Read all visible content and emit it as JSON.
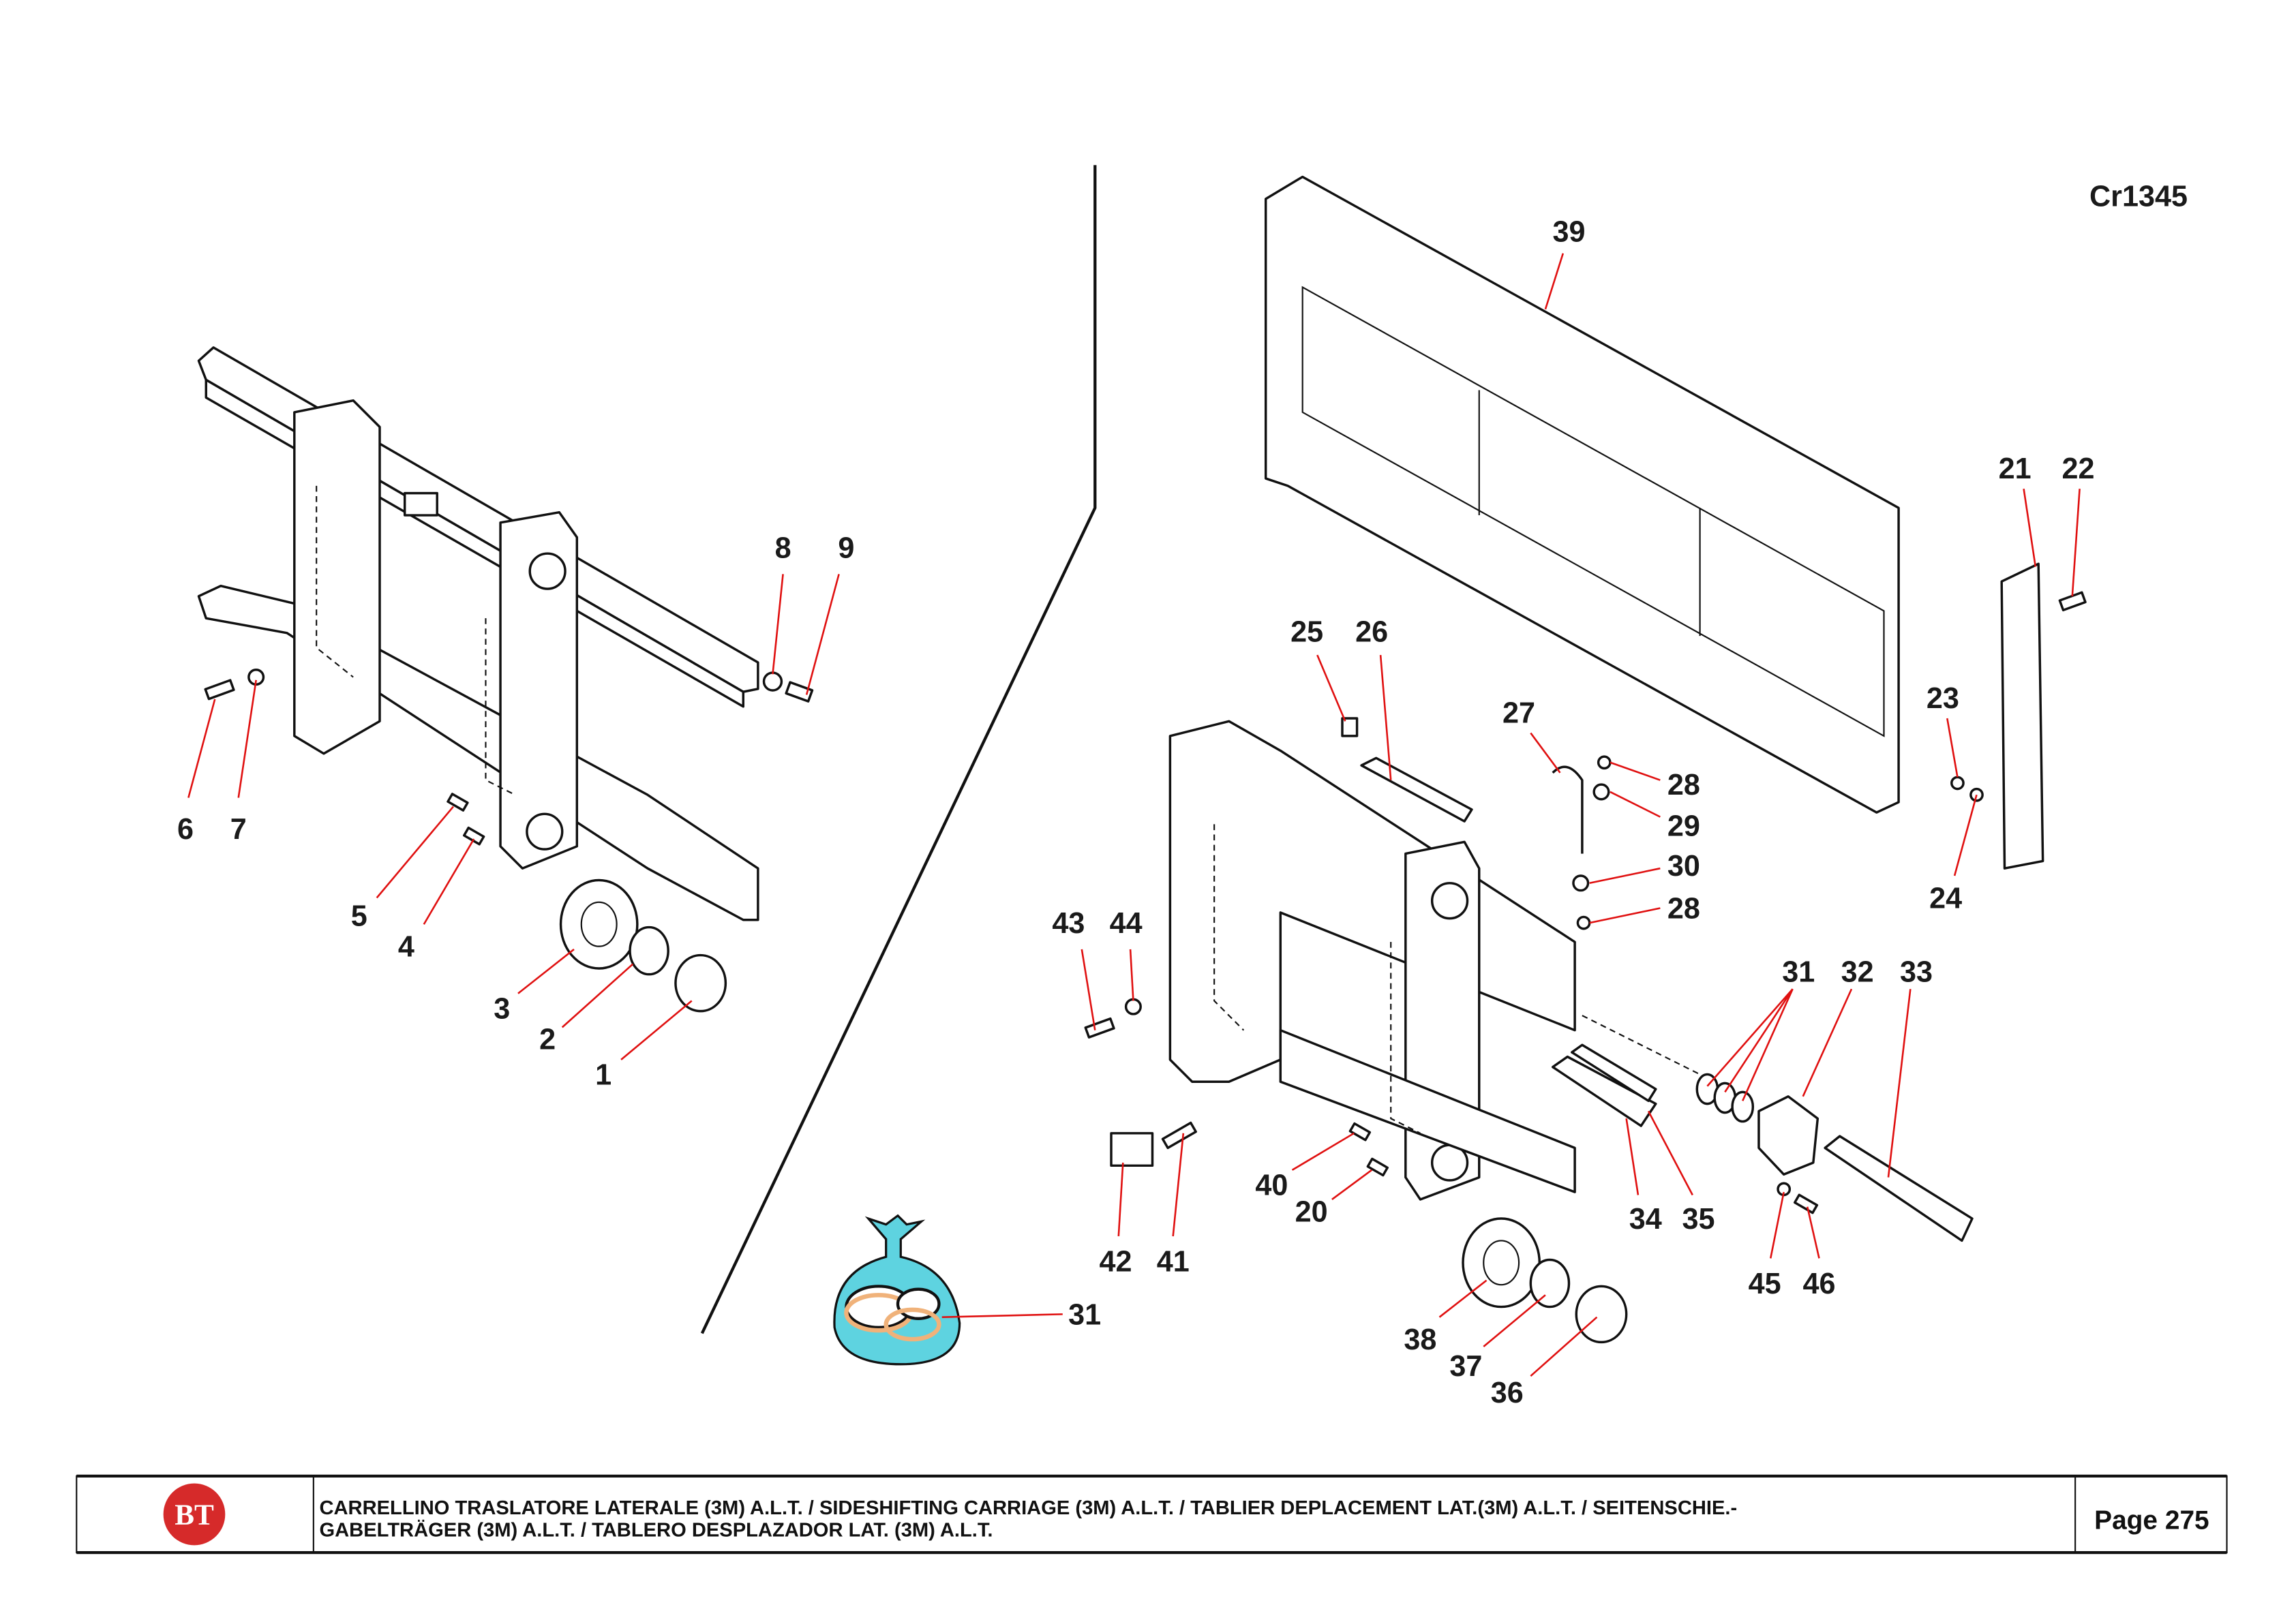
{
  "drawing_code": "Cr1345",
  "callouts": [
    "39",
    "21",
    "22",
    "23",
    "24",
    "25",
    "26",
    "27",
    "28",
    "29",
    "30",
    "28",
    "8",
    "9",
    "6",
    "7",
    "5",
    "4",
    "3",
    "2",
    "1",
    "43",
    "44",
    "31",
    "32",
    "33",
    "42",
    "41",
    "40",
    "20",
    "34",
    "35",
    "45",
    "46",
    "38",
    "37",
    "36",
    "31"
  ],
  "footer": {
    "logo_text": "BT",
    "title_line1": "CARRELLINO TRASLATORE LATERALE (3M) A.L.T. / SIDESHIFTING CARRIAGE (3M) A.L.T. / TABLIER DEPLACEMENT LAT.(3M) A.L.T. / SEITENSCHIE.-",
    "title_line2": "GABELTRÄGER (3M) A.L.T. / TABLERO DESPLAZADOR LAT. (3M)  A.L.T.",
    "page_label": "Page 275"
  },
  "colors": {
    "leader": "#e01010",
    "logo": "#d62a2a",
    "bag": "#5ed3e0",
    "seal": "#f0b27a"
  }
}
